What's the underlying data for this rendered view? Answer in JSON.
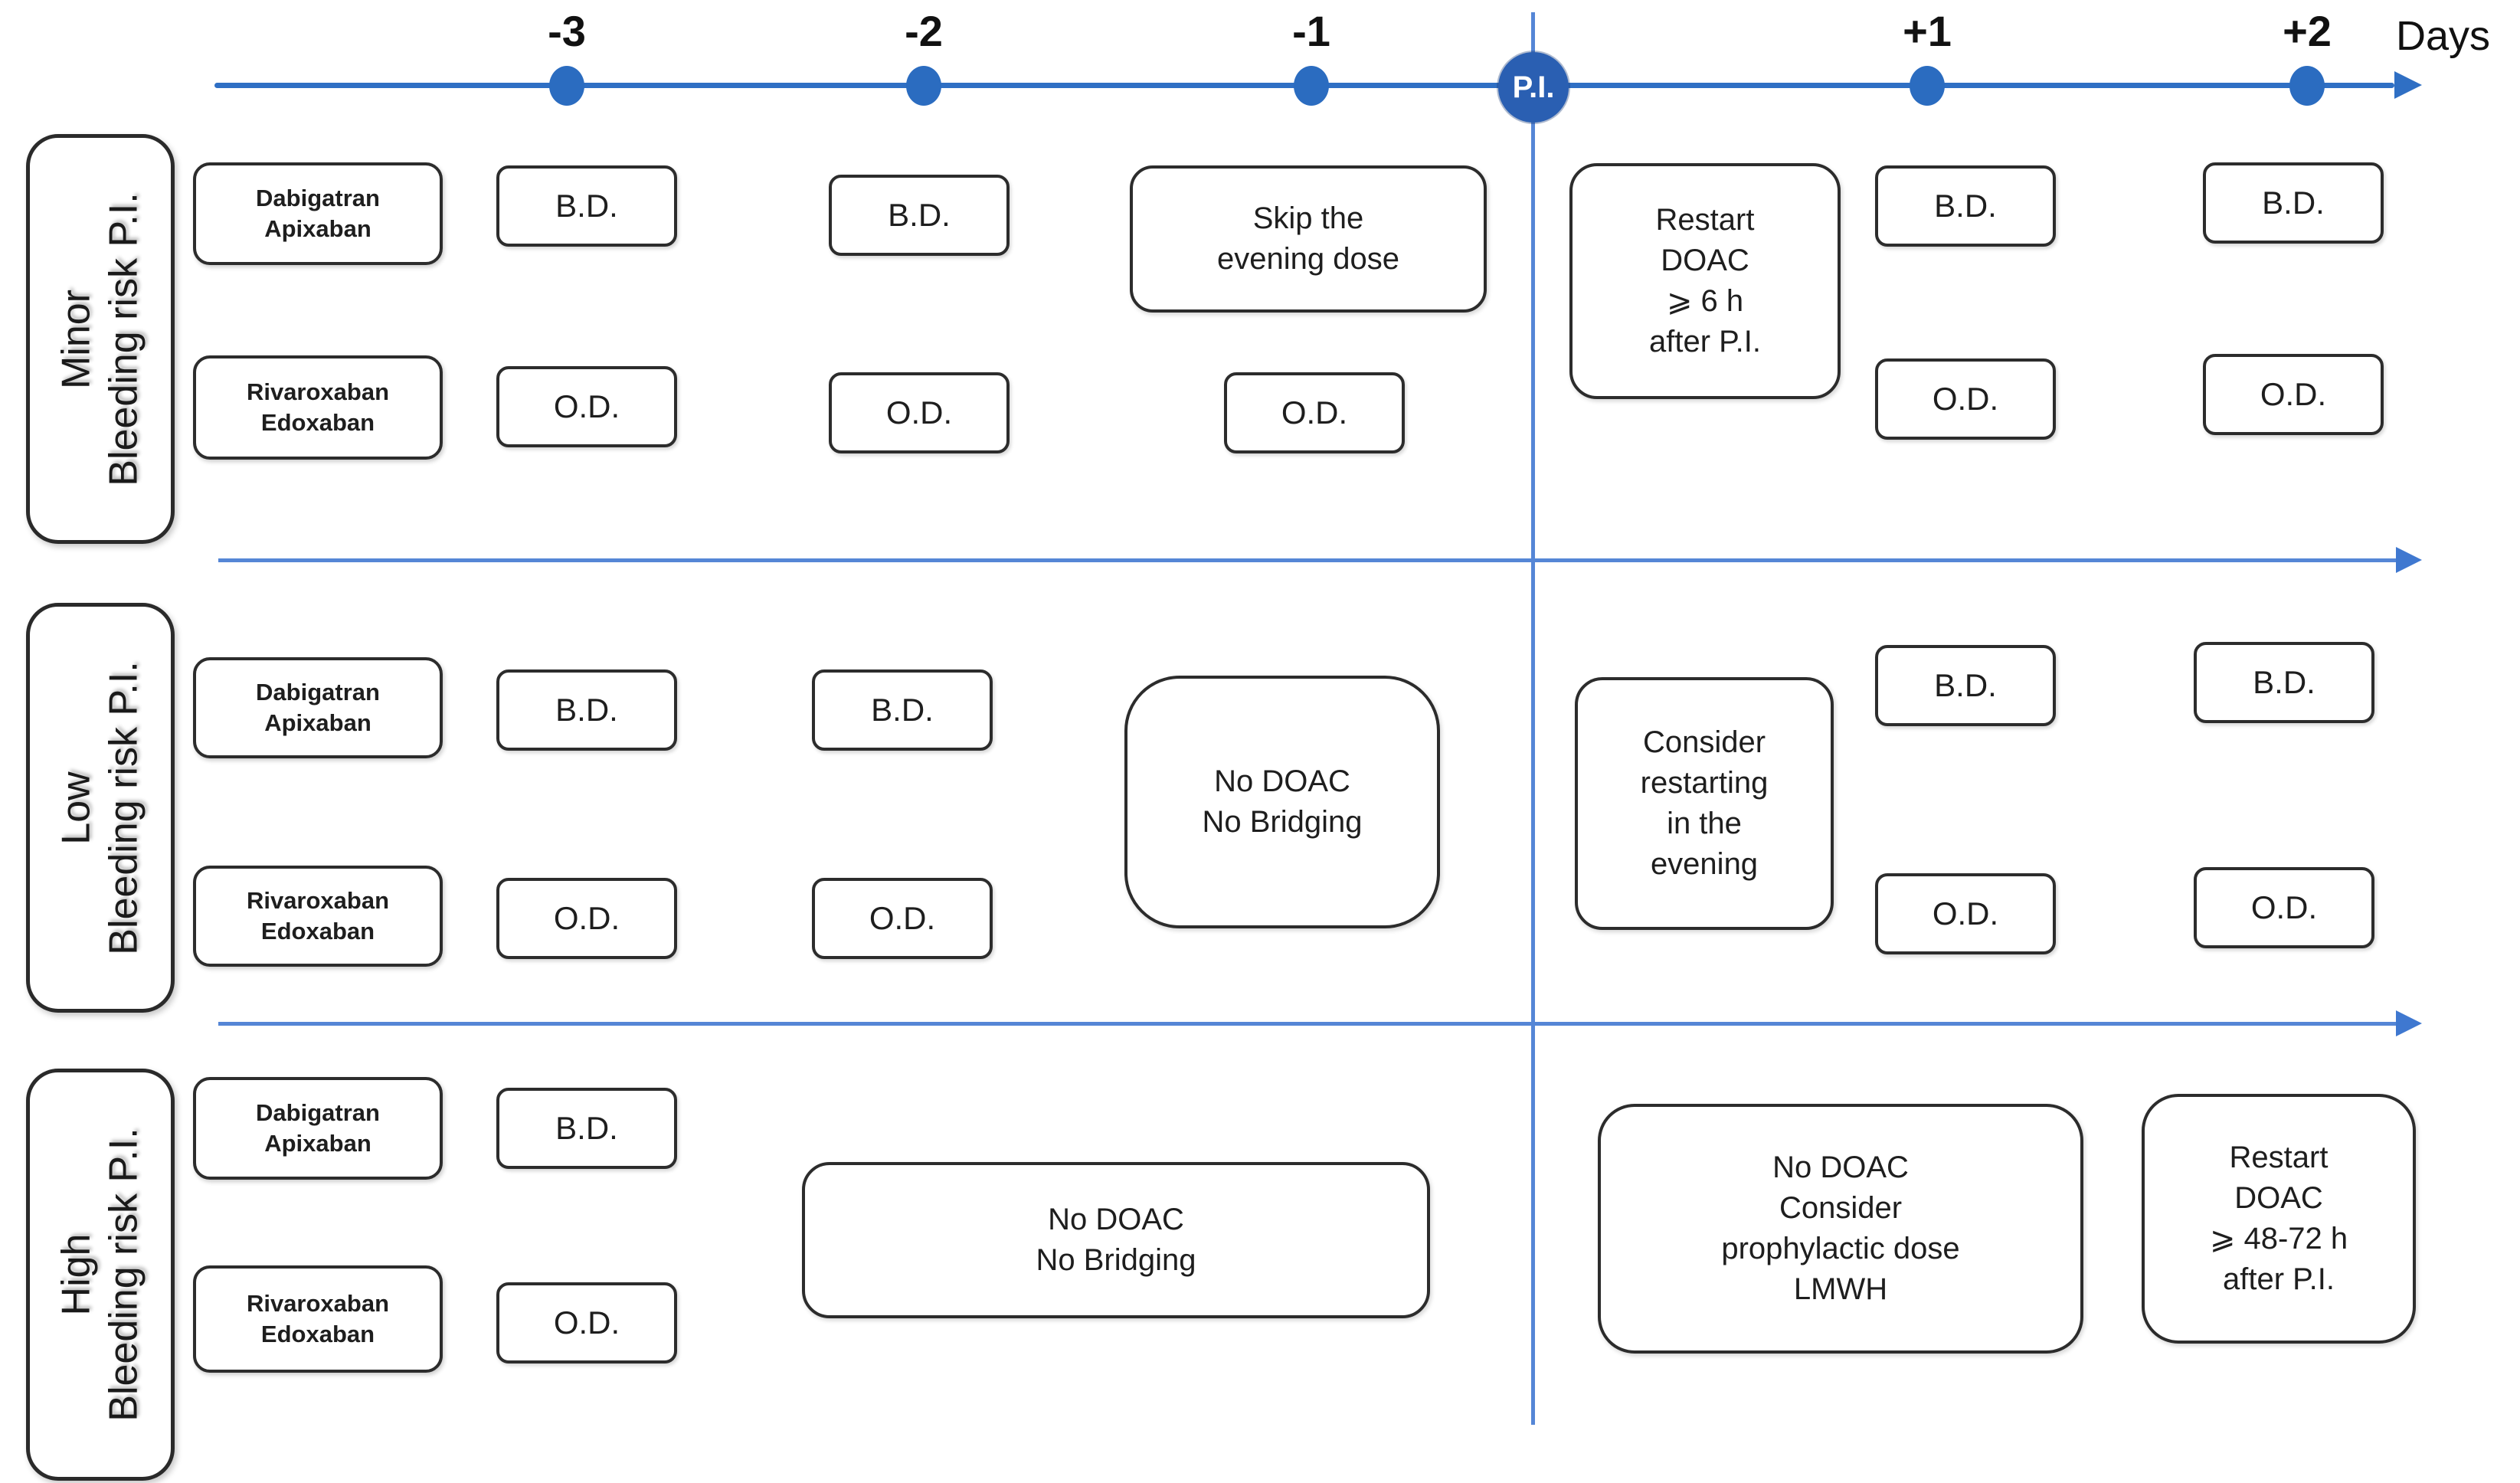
{
  "figure": {
    "axis_unit_label": "Days",
    "procedure_marker": "P.I.",
    "tick_labels": [
      "-3",
      "-2",
      "-1",
      "+1",
      "+2"
    ]
  },
  "colors": {
    "timeline_blue": "#2f6fc4",
    "grid_blue": "#5586d6",
    "marker_blue": "#2a5fb2",
    "dot_blue": "#2b6cc0",
    "box_border": "#2c2c2c"
  },
  "rows": {
    "minor": {
      "risk_label": [
        "Minor",
        "Bleeding risk P.I."
      ],
      "drug_group_top": [
        "Dabigatran",
        "Apixaban"
      ],
      "drug_group_bottom": [
        "Rivaroxaban",
        "Edoxaban"
      ],
      "doses": {
        "top_m3": "B.D.",
        "top_m2": "B.D.",
        "top_p1": "B.D.",
        "top_p2": "B.D.",
        "bottom_m3": "O.D.",
        "bottom_m2": "O.D.",
        "bottom_m1": "O.D.",
        "bottom_p1": "O.D.",
        "bottom_p2": "O.D."
      },
      "skip_note": [
        "Skip the",
        "evening dose"
      ],
      "restart_note": [
        "Restart",
        "DOAC",
        "⩾ 6 h",
        "after P.I."
      ]
    },
    "low": {
      "risk_label": [
        "Low",
        "Bleeding risk P.I."
      ],
      "drug_group_top": [
        "Dabigatran",
        "Apixaban"
      ],
      "drug_group_bottom": [
        "Rivaroxaban",
        "Edoxaban"
      ],
      "doses": {
        "top_m3": "B.D.",
        "top_m2": "B.D.",
        "top_p1": "B.D.",
        "top_p2": "B.D.",
        "bottom_m3": "O.D.",
        "bottom_m2": "O.D.",
        "bottom_p1": "O.D.",
        "bottom_p2": "O.D."
      },
      "no_doac_note": [
        "No DOAC",
        "No Bridging"
      ],
      "restart_note": [
        "Consider",
        "restarting",
        "in the",
        "evening"
      ]
    },
    "high": {
      "risk_label": [
        "High",
        "Bleeding risk P.I."
      ],
      "drug_group_top": [
        "Dabigatran",
        "Apixaban"
      ],
      "drug_group_bottom": [
        "Rivaroxaban",
        "Edoxaban"
      ],
      "doses": {
        "top_m3": "B.D.",
        "bottom_m3": "O.D."
      },
      "no_doac_note": [
        "No DOAC",
        "No Bridging"
      ],
      "lmwh_note": [
        "No DOAC",
        "Consider",
        "prophylactic dose",
        "LMWH"
      ],
      "restart_note": [
        "Restart",
        "DOAC",
        "⩾ 48-72 h",
        "after P.I."
      ]
    }
  }
}
